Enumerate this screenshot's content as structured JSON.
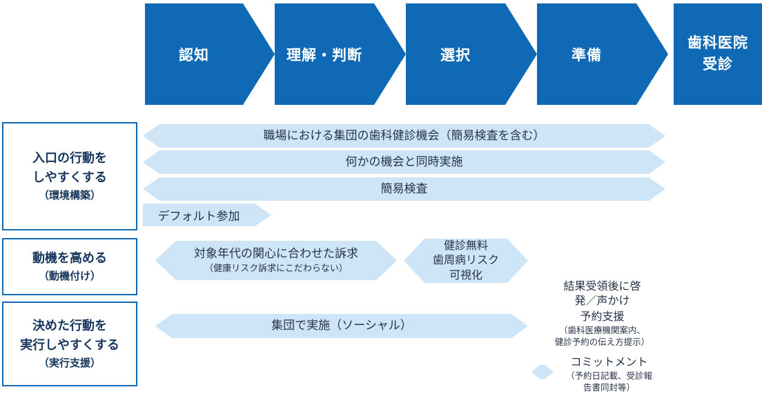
{
  "colors": {
    "brand": "#1069B4",
    "light": "#CDE5F6",
    "navy": "#17365D",
    "text": "#273349"
  },
  "stages": {
    "s1": "認知",
    "s2": "理解・判断",
    "s3": "選択",
    "s4": "準備",
    "s5_line1": "歯科医院",
    "s5_line2": "受診"
  },
  "left_boxes": {
    "b1": [
      "入口の行動を",
      "しやすくする",
      "（環境構築）"
    ],
    "b2": [
      "動機を高める",
      "（動機付け）"
    ],
    "b3": [
      "決めた行動を",
      "実行しやすくする",
      "（実行支援）"
    ]
  },
  "row1": {
    "a1": "職場における集団の歯科健診機会（簡易検査を含む）",
    "a2": "何かの機会と同時実施",
    "a3": "簡易検査",
    "a4": "デフォルト参加"
  },
  "row2": {
    "appeal_l1": "対象年代の関心に合わせた訴求",
    "appeal_l2": "（健康リスク訴求にこだわらない）",
    "free_l1": "健診無料",
    "free_l2": "歯周病リスク",
    "free_l3": "可視化",
    "result_l1": "結果受領後に啓",
    "result_l2": "発／声かけ"
  },
  "row3": {
    "group": "集団で実施（ソーシャル）",
    "reserve": "予約支援",
    "reserve_sub1": "（歯科医療機関案内、",
    "reserve_sub2": "健診予約の伝え方提示）",
    "commit": "コミットメント",
    "commit_sub1": "（予約日記載、受診報",
    "commit_sub2": "告書同封等）"
  }
}
